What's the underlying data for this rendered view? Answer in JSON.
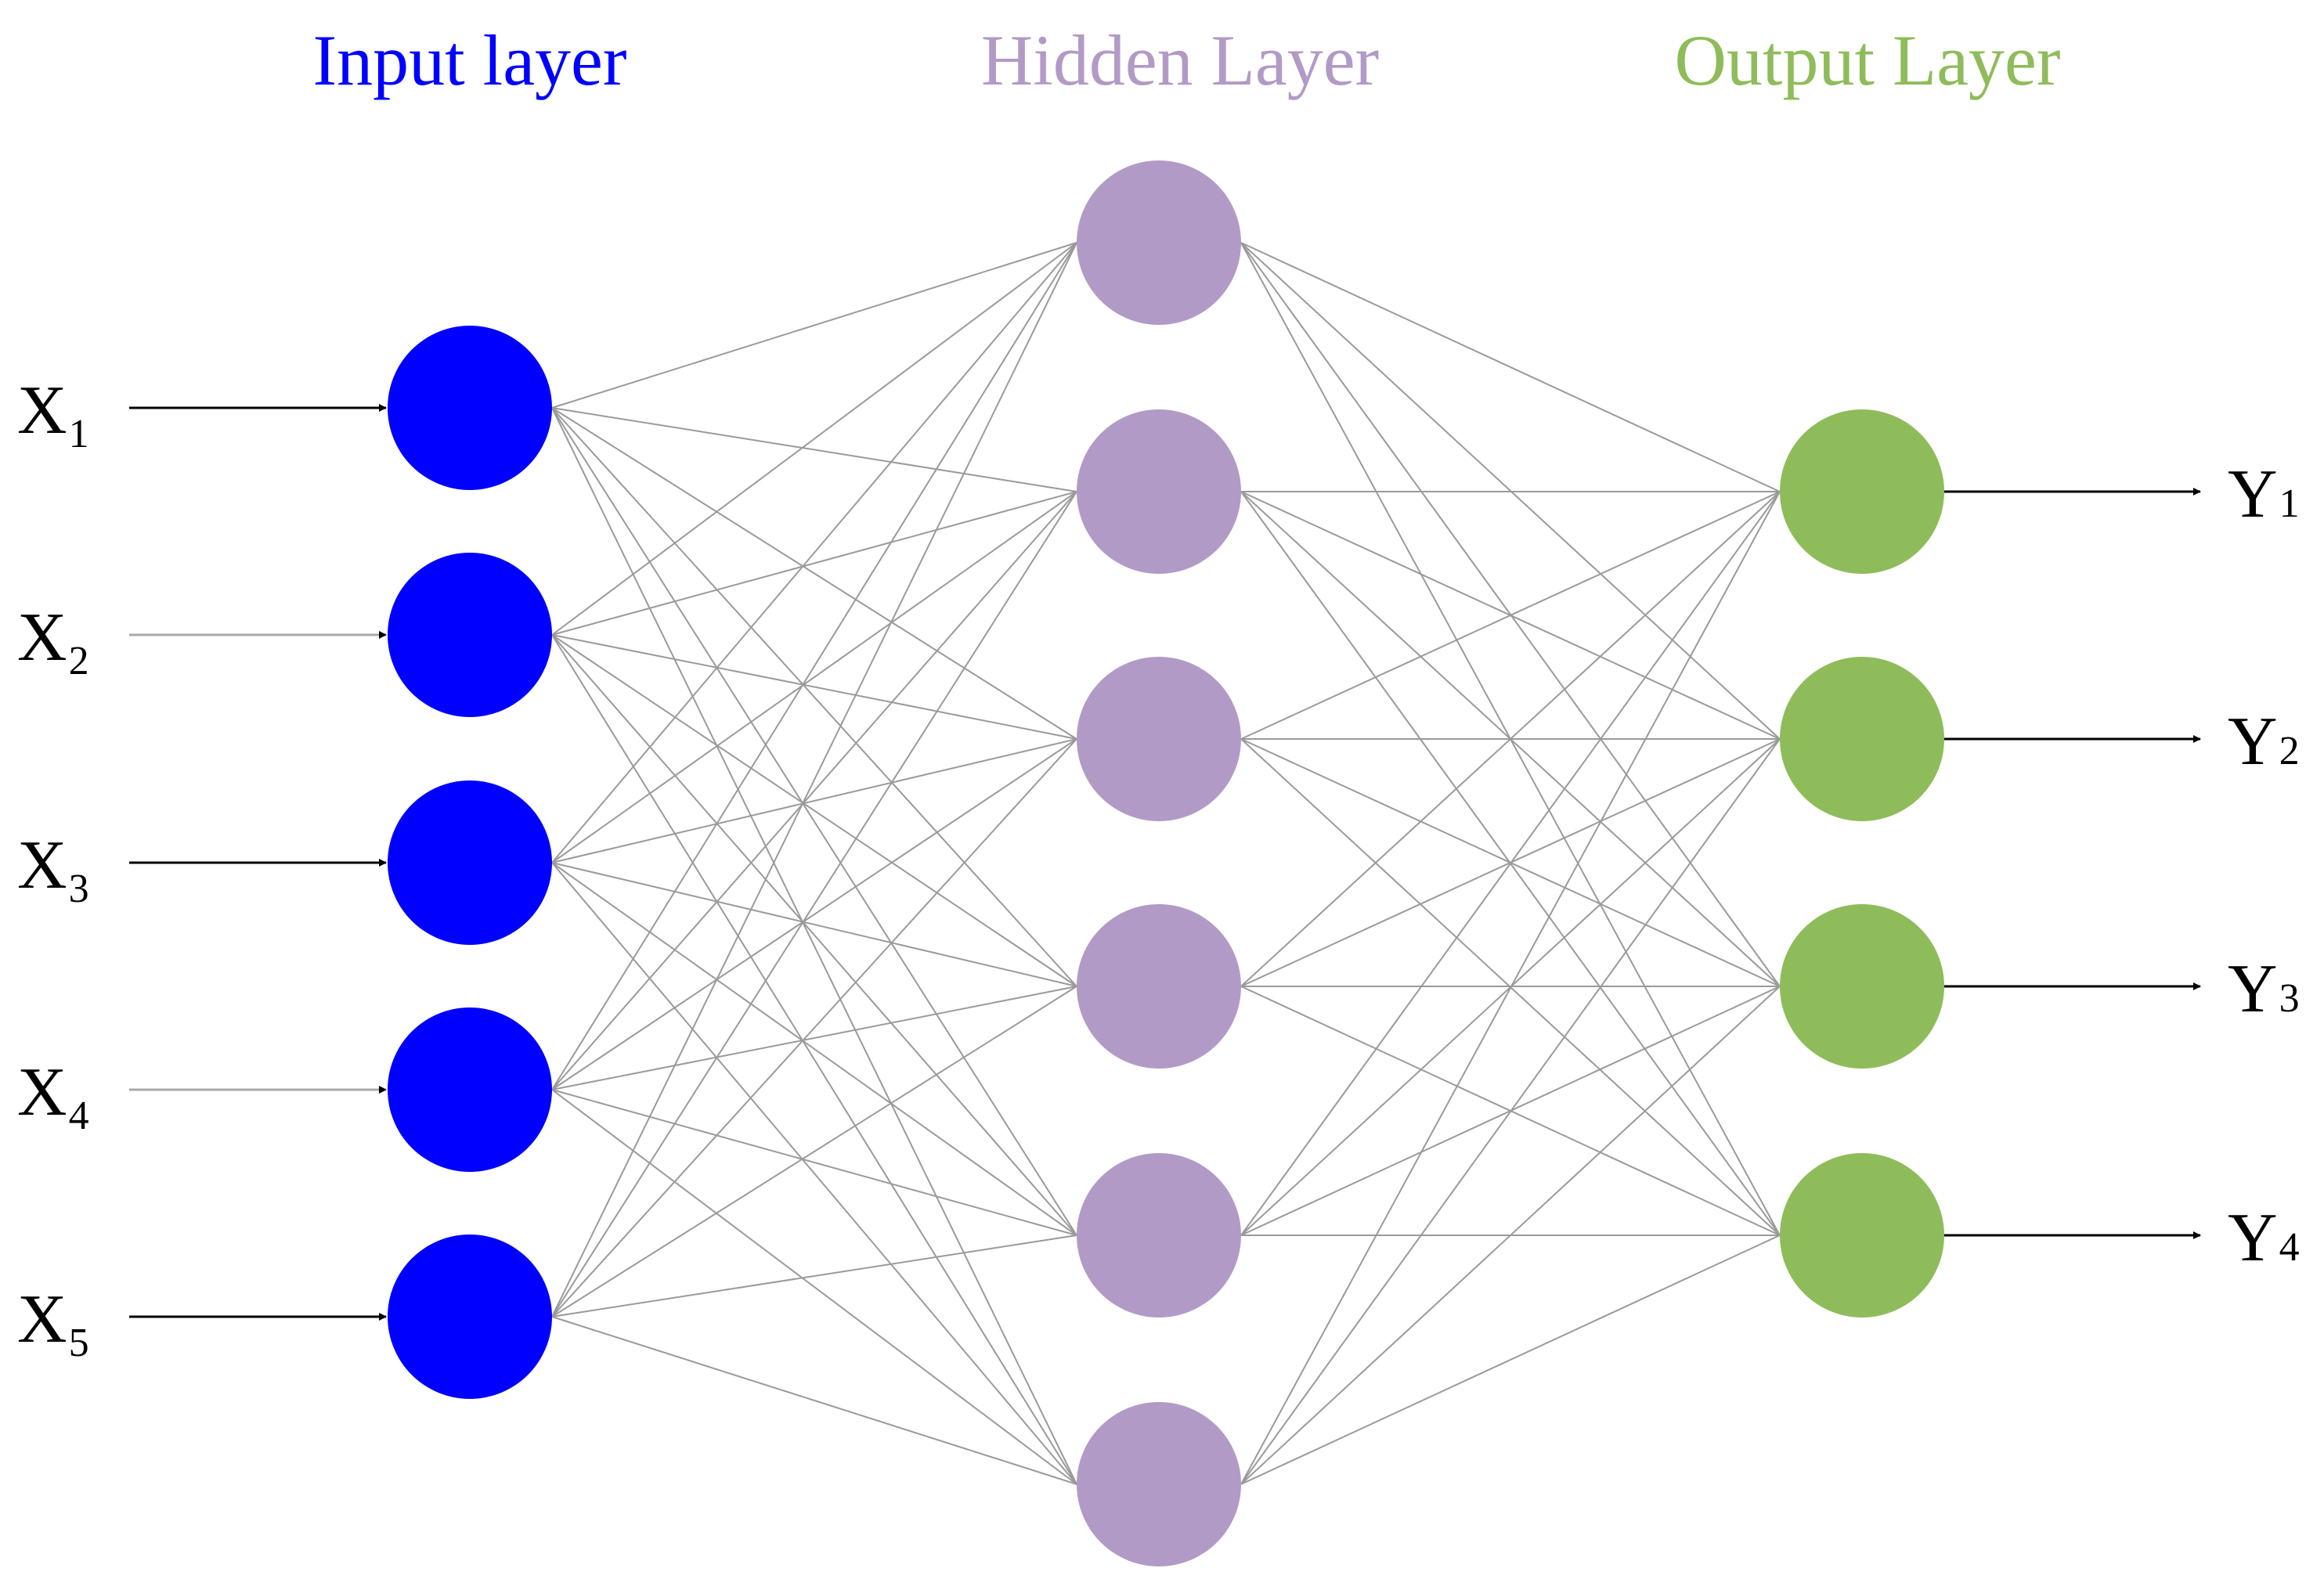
{
  "titles": {
    "input": "Input layer",
    "hidden": "Hidden Layer",
    "output": "Output Layer"
  },
  "colors": {
    "input": "#0000ff",
    "hidden": "#b29ac6",
    "output": "#8fbc5a",
    "connection": "#9a9a9a",
    "arrow": "#000000"
  },
  "network": {
    "input_count": 5,
    "hidden_count": 6,
    "output_count": 4
  },
  "input_labels": [
    {
      "base": "X",
      "sub": "1"
    },
    {
      "base": "X",
      "sub": "2"
    },
    {
      "base": "X",
      "sub": "3"
    },
    {
      "base": "X",
      "sub": "4"
    },
    {
      "base": "X",
      "sub": "5"
    }
  ],
  "output_labels": [
    {
      "base": "Y",
      "sub": "1"
    },
    {
      "base": "Y",
      "sub": "2"
    },
    {
      "base": "Y",
      "sub": "3"
    },
    {
      "base": "Y",
      "sub": "4"
    }
  ]
}
